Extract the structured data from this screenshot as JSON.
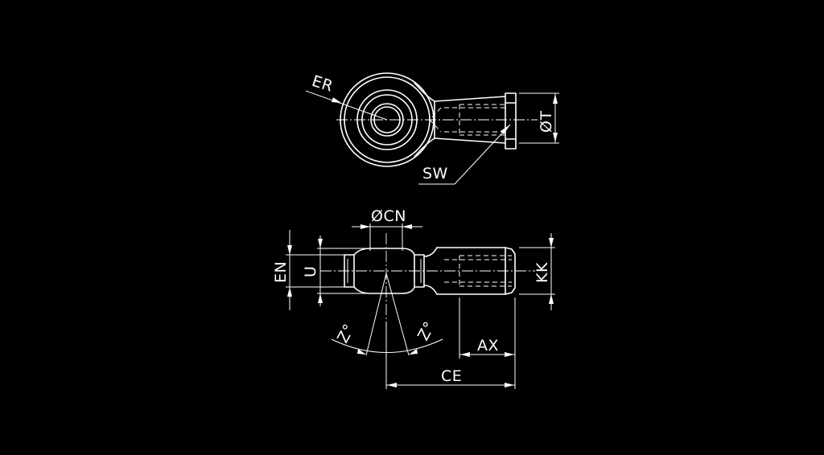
{
  "diagram": {
    "labels": {
      "er": "ER",
      "sw": "SW",
      "t": "ØT",
      "cn": "ØCN",
      "en": "EN",
      "u": "U",
      "kk": "KK",
      "z_left": "Z°",
      "z_right": "Z°",
      "ax": "AX",
      "ce": "CE"
    },
    "colors": {
      "background": "#000000",
      "line": "#ffffff"
    }
  }
}
